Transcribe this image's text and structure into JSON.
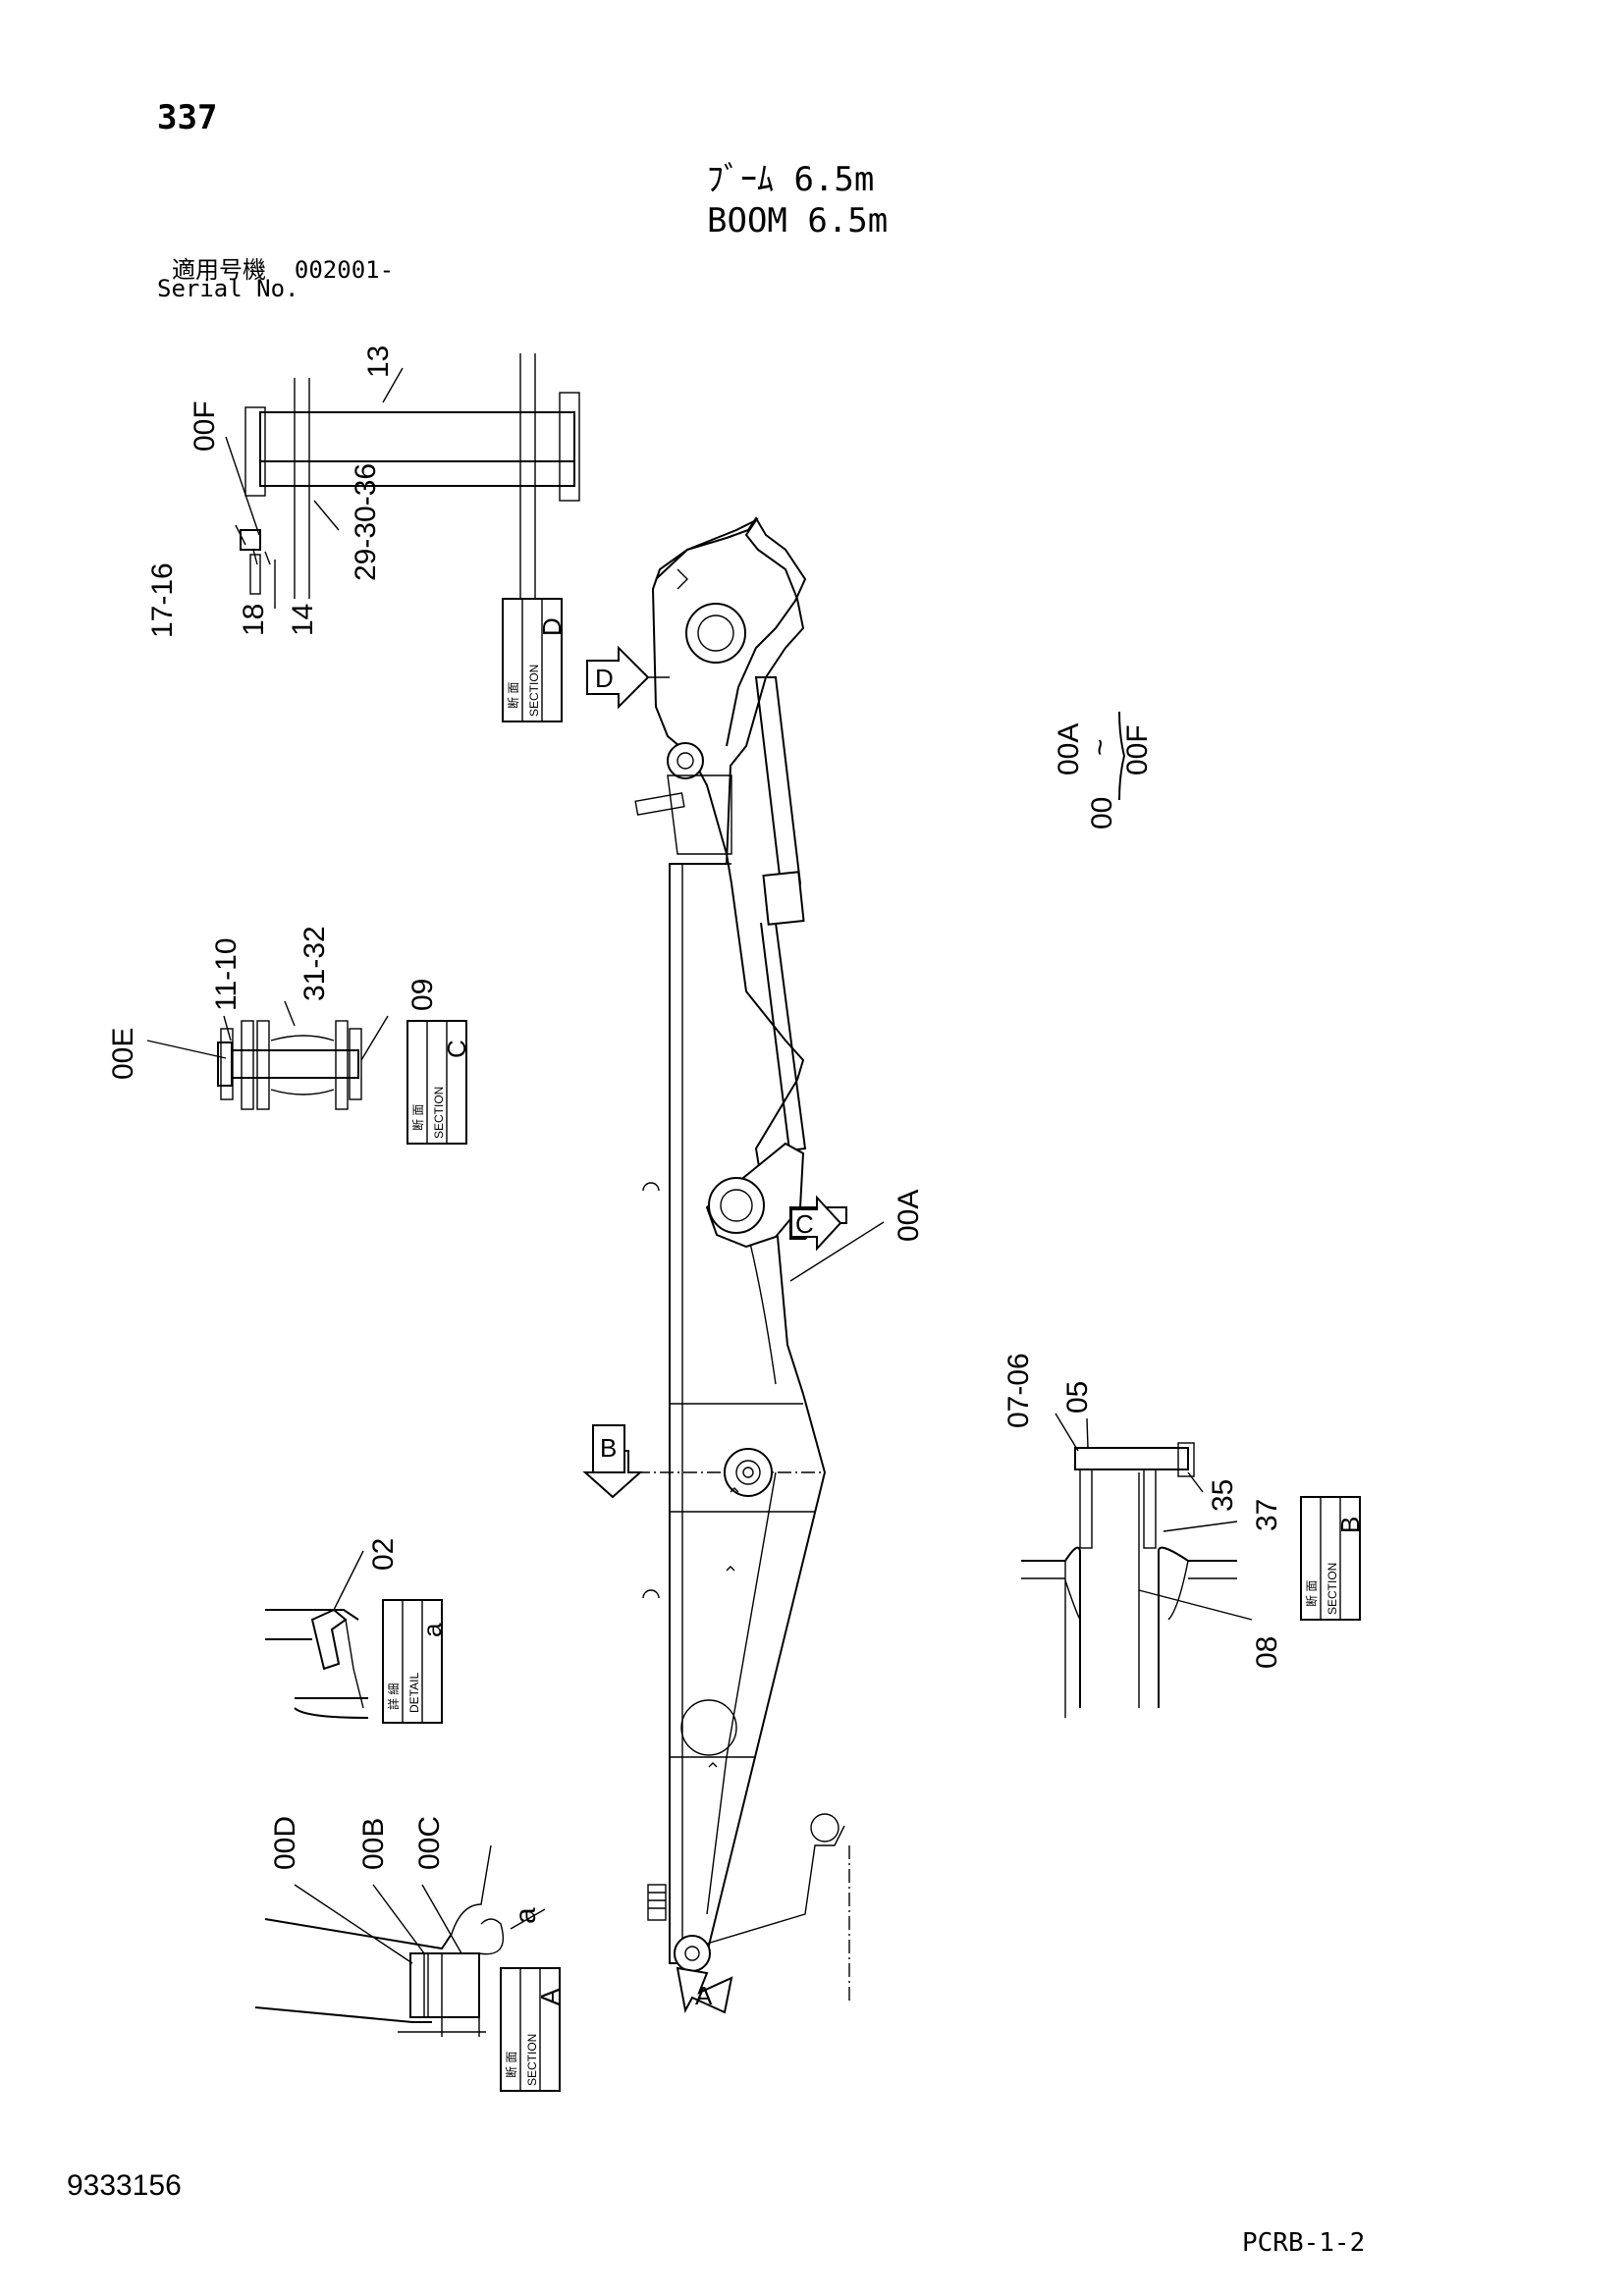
{
  "header": {
    "page_number": "337",
    "title_jp": "ﾌﾞｰﾑ 6.5m",
    "title_en": "BOOM 6.5m",
    "serial_label_jp": "適用号機",
    "serial_value": "002001-",
    "serial_label_en": "Serial No."
  },
  "footer": {
    "drawing_number": "9333156",
    "sheet_code": "PCRB-1-2"
  },
  "boxes": {
    "section_jp": "断 面",
    "section_en": "SECTION",
    "detail_jp": "詳 細",
    "detail_en": "DETAIL",
    "letter_d": "D",
    "letter_c": "C",
    "letter_b": "B",
    "letter_a": "A",
    "letter_a_small": "a"
  },
  "arrows": {
    "d": "D",
    "c": "C",
    "b": "B",
    "a": "A"
  },
  "labels": {
    "p13": "13",
    "p00F": "00F",
    "p17_16": "17-16",
    "p18": "18",
    "p14": "14",
    "p29_30_36": "29-30-36",
    "p00_group": "00",
    "p00A_top": "00A",
    "p_tilde": "~",
    "p00F_group": "00F",
    "p11_10": "11-10",
    "p31_32": "31-32",
    "p09": "09",
    "p00E": "00E",
    "p00A": "00A",
    "p07_06": "07-06",
    "p05": "05",
    "p35": "35",
    "p37": "37",
    "p08": "08",
    "p02": "02",
    "p00D": "00D",
    "p00B": "00B",
    "p00C": "00C",
    "p_a": "a"
  }
}
